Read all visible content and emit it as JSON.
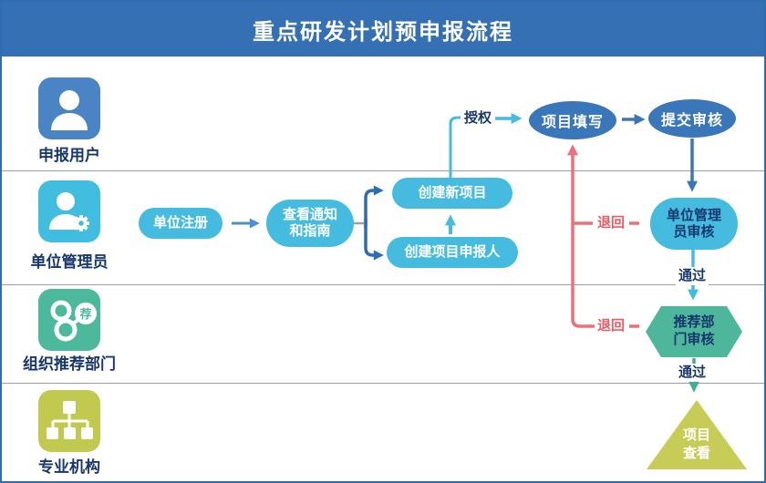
{
  "title": "重点研发计划预申报流程",
  "lanes": [
    {
      "label": "申报用户",
      "icon": "user-icon",
      "color": "#4a84c4"
    },
    {
      "label": "单位管理员",
      "icon": "user-gear-icon",
      "color": "#41bedf"
    },
    {
      "label": "组织推荐部门",
      "icon": "share-recommend-icon",
      "color": "#4cb89c",
      "badge": "荐"
    },
    {
      "label": "专业机构",
      "icon": "org-chart-icon",
      "color": "#c2c94f"
    }
  ],
  "nodes": {
    "unit_register": "单位注册",
    "view_notice": [
      "查看通知",
      "和指南"
    ],
    "create_project": "创建新项目",
    "create_applicant": "创建项目申报人",
    "fill_project": "项目填写",
    "submit_review": "提交审核",
    "unit_admin_review": [
      "单位管理",
      "员审核"
    ],
    "dept_review": [
      "推荐部",
      "门审核"
    ],
    "project_view": [
      "项目",
      "查看"
    ]
  },
  "edge_labels": {
    "authorize": "授权",
    "pass": "通过",
    "return": "退回"
  },
  "edges": [
    {
      "from": "unit_register",
      "to": "view_notice"
    },
    {
      "from": "view_notice",
      "to": "create_project"
    },
    {
      "from": "view_notice",
      "to": "create_applicant"
    },
    {
      "from": "create_applicant",
      "to": "create_project"
    },
    {
      "from": "create_project",
      "to": "fill_project",
      "label": "授权"
    },
    {
      "from": "fill_project",
      "to": "submit_review"
    },
    {
      "from": "submit_review",
      "to": "unit_admin_review"
    },
    {
      "from": "unit_admin_review",
      "to": "dept_review",
      "label": "通过"
    },
    {
      "from": "unit_admin_review",
      "to": "fill_project",
      "label": "退回"
    },
    {
      "from": "dept_review",
      "to": "fill_project",
      "label": "退回"
    },
    {
      "from": "dept_review",
      "to": "project_view",
      "label": "通过"
    }
  ],
  "colors": {
    "header": "#3570b4",
    "node_cyan": "#45bcdf",
    "node_blue": "#3a76ba",
    "node_green": "#4eb79b",
    "node_yellow_green": "#c6cc55",
    "return_red": "#ec7079",
    "navy_text": "#17376e",
    "lane_icon_blue": "#4a84c4",
    "lane_icon_cyan": "#41bedf",
    "lane_icon_green": "#4cb89c",
    "lane_icon_yellow": "#c2c94f"
  }
}
